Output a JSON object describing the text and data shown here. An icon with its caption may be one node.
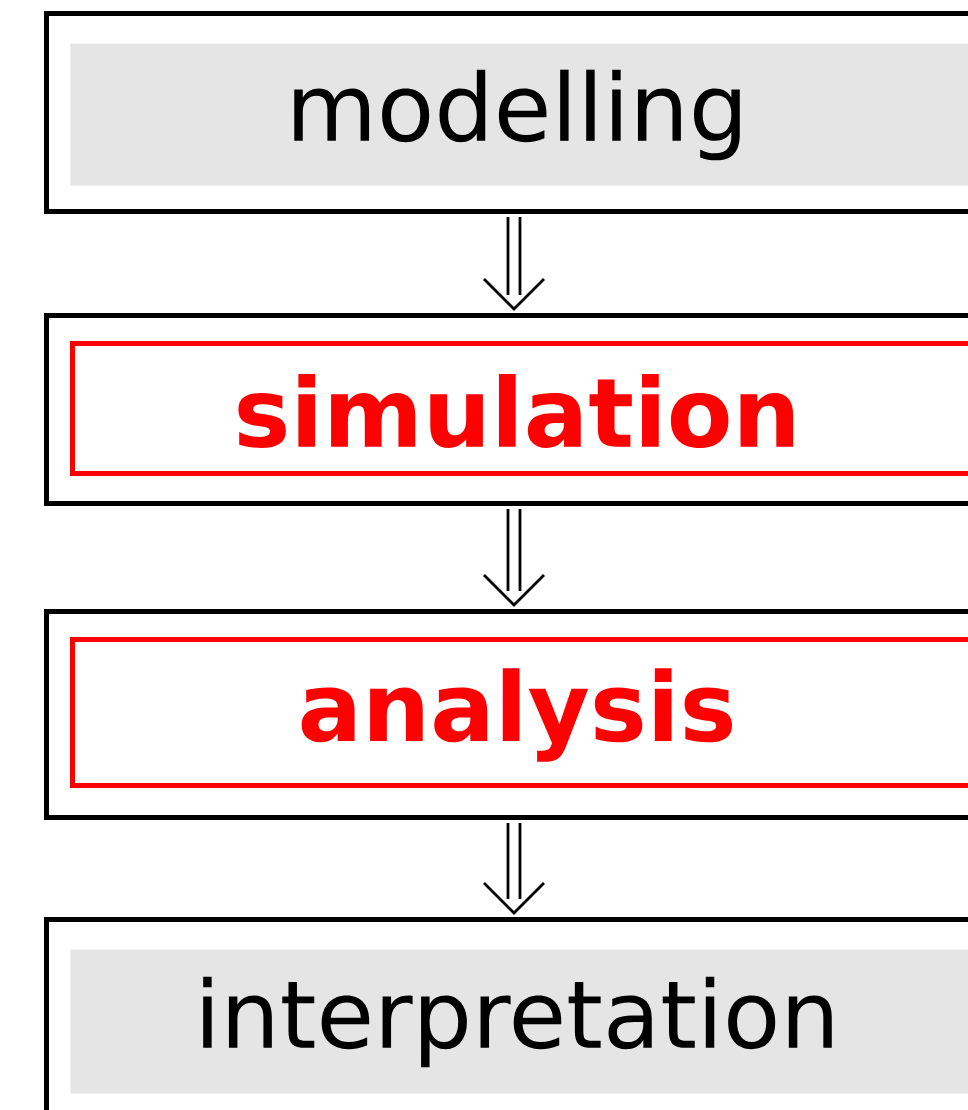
{
  "diagram": {
    "nodes": [
      {
        "text": [],
        "shape": "box"
      },
      {
        "text": [
          "modelling"
        ],
        "in": 0
      },
      {
        "text": [],
        "shape": "box"
      },
      {
        "text": [
          "simulation"
        ],
        "in": 2
      },
      {
        "text": [],
        "shape": "box"
      },
      {
        "text": [
          "analysis"
        ],
        "in": 4
      },
      {
        "text": [],
        "shape": "box"
      },
      {
        "text": [
          "interpretation"
        ],
        "in": 6
      }
    ],
    "edges": [
      {
        "from": 0,
        "to": 2,
        "arrow": "to"
      },
      {
        "from": 2,
        "to": 4,
        "arrow": "to"
      },
      {
        "from": 4,
        "to": 6,
        "arrow": "to"
      }
    ]
  }
}
